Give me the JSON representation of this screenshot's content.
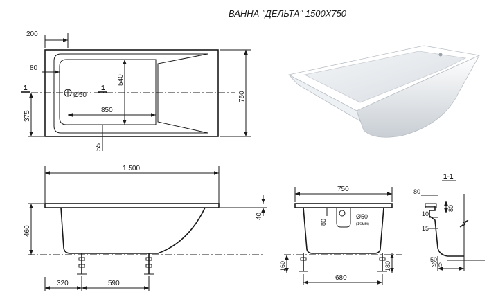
{
  "title": "ВАННА \"ДЕЛЬТА\" 1500Х750",
  "top_view": {
    "dims": {
      "d200": "200",
      "d80": "80",
      "d540": "540",
      "d750": "750",
      "d375": "375",
      "d850": "850",
      "d55": "55",
      "drain": "Ø50",
      "sect_left": "1",
      "sect_right": "1"
    }
  },
  "length_dim": "1 500",
  "side_view": {
    "dims": {
      "d460": "460",
      "d40": "40",
      "d320": "320",
      "d590": "590"
    }
  },
  "end_view": {
    "dims": {
      "d750": "750",
      "d80": "80",
      "drain": "Ø50",
      "drain_note": "(10мм)",
      "d160": "160",
      "d180": "180",
      "d680": "680"
    }
  },
  "section": {
    "title": "1-1",
    "dims": {
      "d80a": "80",
      "d80b": "80",
      "d10": "10",
      "d15": "15",
      "d50": "50",
      "d200": "200"
    }
  },
  "colors": {
    "line": "#1a1a1a",
    "tub_white": "#ffffff",
    "tub_shadow": "#c9ced4"
  }
}
